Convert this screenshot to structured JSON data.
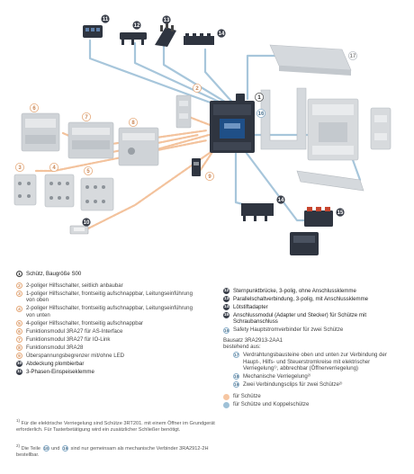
{
  "callouts": [
    "1",
    "2",
    "3",
    "4",
    "5",
    "6",
    "7",
    "8",
    "9",
    "10",
    "11",
    "12",
    "13",
    "14",
    "15",
    "16",
    "17"
  ],
  "legend_left": [
    {
      "num": "1",
      "style": "ring-dark",
      "text": "Schütz, Baugröße S00"
    },
    {
      "num": "2",
      "style": "ring-orange",
      "text": "2-poliger Hilfsschalter, seitlich anbaubar"
    },
    {
      "num": "3",
      "style": "ring-orange",
      "text": "1-poliger Hilfsschalter, frontseitig aufschnappbar, Leitungseinführung von oben"
    },
    {
      "num": "4",
      "style": "ring-orange",
      "text": "2-poliger Hilfsschalter, frontseitig aufschnappbar, Leitungseinführung von unten"
    },
    {
      "num": "5",
      "style": "ring-orange",
      "text": "4-poliger Hilfsschalter, frontseitig aufschnappbar"
    },
    {
      "num": "6",
      "style": "ring-orange",
      "text": "Funktionsmodul 3RA27 für AS-Interface"
    },
    {
      "num": "7",
      "style": "ring-orange",
      "text": "Funktionsmodul 3RA27 für IO-Link"
    },
    {
      "num": "8",
      "style": "ring-orange",
      "text": "Funktionsmodul 3RA28"
    },
    {
      "num": "9",
      "style": "ring-orange",
      "text": "Überspannungsbegrenzer mit/ohne LED"
    },
    {
      "num": "10",
      "style": "dark",
      "text": "Abdeckung plombierbar"
    },
    {
      "num": "11",
      "style": "dark",
      "text": "3-Phasen-Einspeiseklemme"
    }
  ],
  "legend_right": [
    {
      "num": "12",
      "style": "dark",
      "text": "Sternpunktbrücke, 3-polig, ohne Anschlussklemme"
    },
    {
      "num": "13",
      "style": "dark",
      "text": "Parallelschaltverbindung, 3-polig, mit Anschlussklemme"
    },
    {
      "num": "14",
      "style": "dark",
      "text": "Lötstiftadapter"
    },
    {
      "num": "15",
      "style": "dark",
      "text": "Anschlussmodul (Adapter und Stecker) für Schütze mit Schraubanschluss"
    },
    {
      "num": "16",
      "style": "ring-blue",
      "text": "Safety Hauptstromverbinder für zwei Schütze"
    }
  ],
  "bausatz": {
    "title": "Bausatz 3RA2913-2AA1",
    "subtitle": "bestehend aus:",
    "items": [
      {
        "num": "17",
        "text": "Verdrahtungsbausteine oben und unten zur Verbindung der Haupt-, Hilfs- und Steuerstromkreise mit elektrischer Verriegelung¹⁾, abbrechbar (Öffnerverriegelung)"
      },
      {
        "num": "18",
        "text": "Mechanische Verriegelung²⁾"
      },
      {
        "num": "19",
        "text": "Zwei Verbindungsclips für zwei Schütze²⁾"
      }
    ]
  },
  "color_legend": [
    {
      "style": "orange-fill",
      "text": "für Schütze"
    },
    {
      "style": "blue-fill",
      "text": "für Schütze und Koppelschütze"
    }
  ],
  "footnotes": {
    "fn1_marker": "1)",
    "fn1": "Für die elektrische Verriegelung sind Schütze 3RT201. mit einem Öffner im Grundgerät erforderlich. Für Tasterbetätigung wird ein zusätzlicher Schließer benötigt.",
    "fn2_marker": "2)",
    "fn2_a": "Die Teile",
    "fn2_n1": "18",
    "fn2_b": "und",
    "fn2_n2": "19",
    "fn2_c": "sind nur gemeinsam als mechanische Verbinder 3RA2912-2H bestellbar."
  },
  "colors": {
    "orange_path": "#f3c29c",
    "blue_path": "#a7c6db",
    "device_grey": "#cfd3d7",
    "device_dark": "#2f3540",
    "contactor_blue": "#1f4f87"
  }
}
